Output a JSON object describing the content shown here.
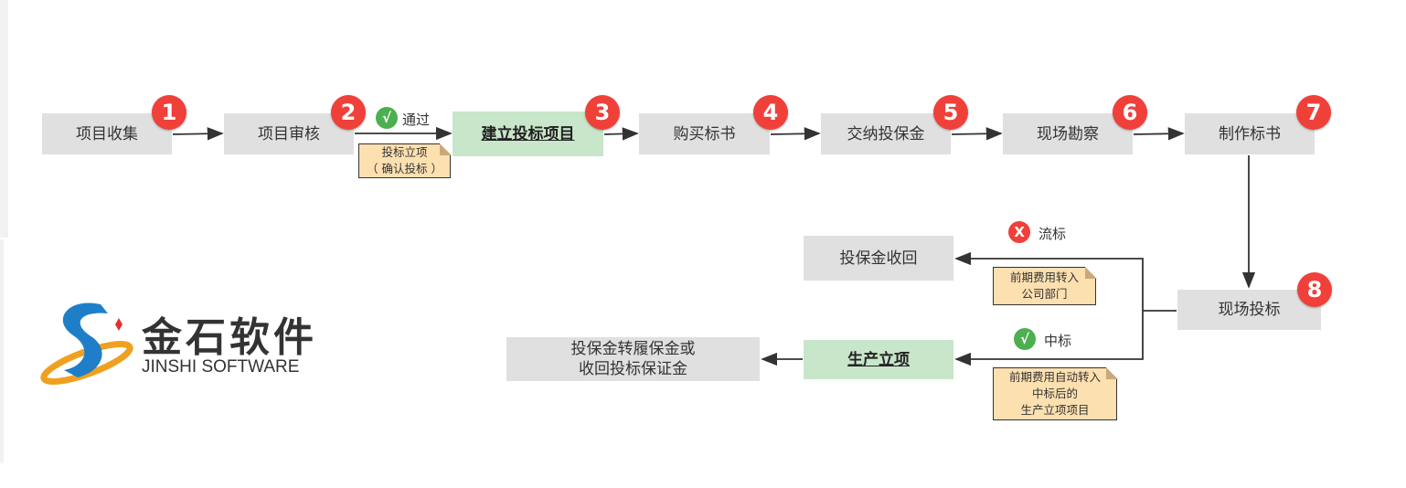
{
  "steps": [
    {
      "num": "1",
      "label": "项目收集"
    },
    {
      "num": "2",
      "label": "项目审核"
    },
    {
      "num": "3",
      "label": "建立投标项目"
    },
    {
      "num": "4",
      "label": "购买标书"
    },
    {
      "num": "5",
      "label": "交纳投保金"
    },
    {
      "num": "6",
      "label": "现场勘察"
    },
    {
      "num": "7",
      "label": "制作标书"
    },
    {
      "num": "8",
      "label": "现场投标"
    }
  ],
  "outcomes": {
    "refund": "投保金收回",
    "production": "生产立项",
    "convert_line1": "投保金转履保金或",
    "convert_line2": "收回投标保证金"
  },
  "conditions": {
    "pass": "通过",
    "fail": "流标",
    "win": "中标",
    "check_glyph": "√",
    "x_glyph": "X"
  },
  "notes": {
    "approve_line1": "投标立项",
    "approve_line2": "（ 确认投标 ）",
    "fail_line1": "前期费用转入",
    "fail_line2": "公司部门",
    "win_line1": "前期费用自动转入",
    "win_line2": "中标后的",
    "win_line3": "生产立项项目"
  },
  "logo": {
    "cn": "金石软件",
    "en": "JINSHI SOFTWARE"
  },
  "colors": {
    "badge": "#f0403a",
    "green_box": "#c8e6c9",
    "gray_box": "#e0e0e0",
    "note": "#fde0b0",
    "ok": "#4caf50"
  }
}
